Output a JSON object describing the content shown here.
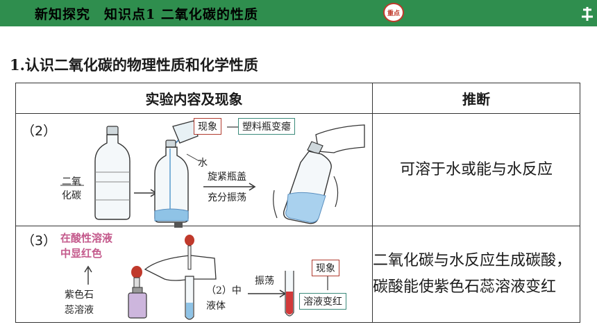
{
  "header": {
    "title": "新知探究　知识点1  二氧化碳的性质",
    "badge": "重点"
  },
  "section_heading": "1.认识二氧化碳的物理性质和化学性质",
  "table": {
    "headers": [
      "实验内容及现象",
      "推断"
    ],
    "rows": [
      {
        "number": "（2）",
        "observation_tag": "现象",
        "observation": "塑料瓶变瘪",
        "labels": {
          "gas": "二氧\n化碳",
          "water": "水",
          "step1": "旋紧瓶盖",
          "step2": "充分振荡"
        },
        "inference": "可溶于水或能与水反应"
      },
      {
        "number": "（3）",
        "acid_note": "在酸性溶液\n中显红色",
        "labels": {
          "indicator": "紫色石\n蕊溶液",
          "from_step2": "（2）中\n液体",
          "shake": "振荡"
        },
        "observation_tag": "现象",
        "observation": "溶液变红",
        "inference": "二氧化碳与水反应生成碳酸，碳酸能使紫色石蕊溶液变红"
      }
    ]
  },
  "colors": {
    "header_bar": "#2f8e4e",
    "badge": "#c0392b",
    "note_pink": "#c45a8c"
  }
}
